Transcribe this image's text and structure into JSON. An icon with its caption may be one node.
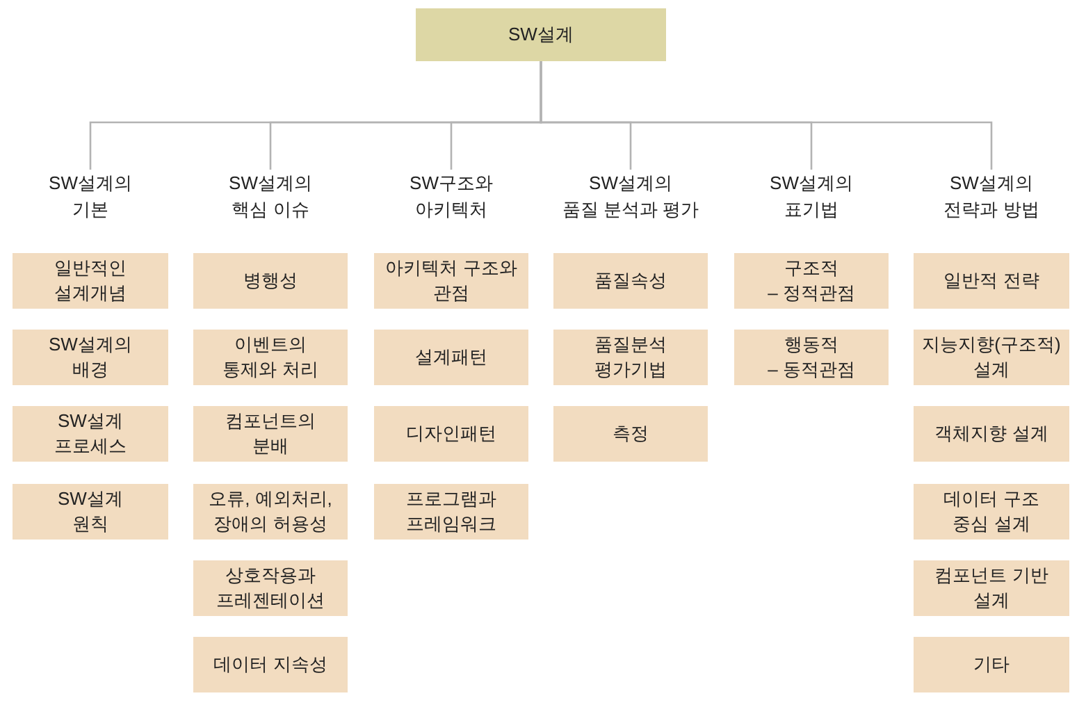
{
  "diagram": {
    "nodes": [
      {
        "text": [
          "SW설계"
        ]
      },
      {
        "text": [
          "SW설계의 기본"
        ]
      },
      {
        "text": [
          "SW설계의 핵심 이슈"
        ]
      },
      {
        "text": [
          "SW구조와 아키텍처"
        ]
      },
      {
        "text": [
          "SW설계의 품질 분석과 평가"
        ]
      },
      {
        "text": [
          "SW설계의 표기법"
        ]
      },
      {
        "text": [
          "SW설계의 전략과 방법"
        ]
      },
      {
        "text": [
          "일반적인 설계개념"
        ]
      },
      {
        "text": [
          "SW설계의 배경"
        ]
      },
      {
        "text": [
          "SW설계 프로세스"
        ]
      },
      {
        "text": [
          "SW설계 원칙"
        ]
      },
      {
        "text": [
          "병행성"
        ]
      },
      {
        "text": [
          "이벤트의 통제와 처리"
        ]
      },
      {
        "text": [
          "컴포넌트의 분배"
        ]
      },
      {
        "text": [
          "오류, 예외처리, 장애의 허용성"
        ]
      },
      {
        "text": [
          "상호작용과 프레젠테이션"
        ]
      },
      {
        "text": [
          "데이터 지속성"
        ]
      },
      {
        "text": [
          "아키텍처 구조와 관점"
        ]
      },
      {
        "text": [
          "설계패턴"
        ]
      },
      {
        "text": [
          "디자인패턴"
        ]
      },
      {
        "text": [
          "프로그램과 프레임워크"
        ]
      },
      {
        "text": [
          "품질속성"
        ]
      },
      {
        "text": [
          "품질분석 평가기법"
        ]
      },
      {
        "text": [
          "측정"
        ]
      },
      {
        "text": [
          "구조적 – 정적관점"
        ]
      },
      {
        "text": [
          "행동적 – 동적관점"
        ]
      },
      {
        "text": [
          "일반적 전략"
        ]
      },
      {
        "text": [
          "지능지향(구조적) 설계"
        ]
      },
      {
        "text": [
          "객체지향 설계"
        ]
      },
      {
        "text": [
          "데이터 구조 중심 설계"
        ]
      },
      {
        "text": [
          "컴포넌트 기반 설계"
        ]
      },
      {
        "text": [
          "기타"
        ]
      }
    ],
    "edges": [
      {
        "from": 0,
        "to": 1,
        "arrow": "none"
      },
      {
        "from": 0,
        "to": 2,
        "arrow": "none"
      },
      {
        "from": 0,
        "to": 3,
        "arrow": "none"
      },
      {
        "from": 0,
        "to": 4,
        "arrow": "none"
      },
      {
        "from": 0,
        "to": 5,
        "arrow": "none"
      },
      {
        "from": 0,
        "to": 6,
        "arrow": "none"
      }
    ]
  }
}
